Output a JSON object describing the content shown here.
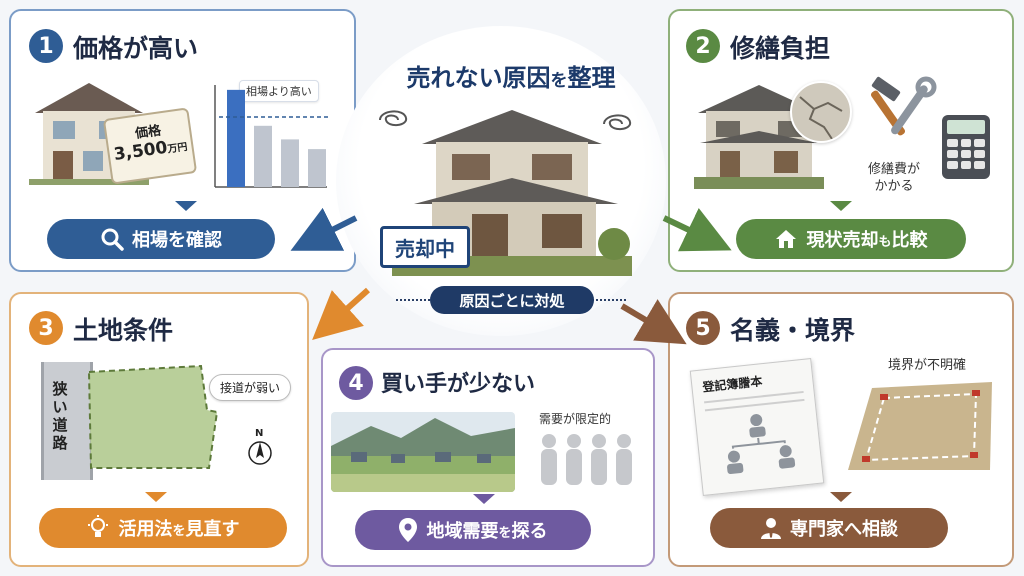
{
  "center": {
    "title_a": "売れない原因",
    "title_b": "を",
    "title_c": "整理",
    "sign": "売却中",
    "banner": "原因ごとに対処"
  },
  "cards": [
    {
      "num": "1",
      "title": "価格が高い",
      "tag_label": "価格",
      "tag_price": "3,500",
      "tag_unit": "万円",
      "chart_label": "相場より高い",
      "action": "相場を確認",
      "color": "#2f5d95"
    },
    {
      "num": "2",
      "title": "修繕負担",
      "caption_1": "修繕費が",
      "caption_2": "かかる",
      "action_a": "現状売却",
      "action_b": "も",
      "action_c": "比較",
      "color": "#5a8a43"
    },
    {
      "num": "3",
      "title": "土地条件",
      "road": "狭い道路",
      "bubble": "接道が弱い",
      "compass": "N",
      "action_a": "活用法",
      "action_b": "を",
      "action_c": "見直す",
      "color": "#e08a2e"
    },
    {
      "num": "4",
      "title": "買い手が少ない",
      "caption": "需要が限定的",
      "action_a": "地域需要",
      "action_b": "を",
      "action_c": "探る",
      "color": "#6e5aa0"
    },
    {
      "num": "5",
      "title": "名義・境界",
      "doc_title": "登記簿謄本",
      "caption": "境界が不明確",
      "action": "専門家へ相談",
      "color": "#8a5a3c"
    }
  ],
  "chart_data": {
    "type": "bar",
    "title": "相場より高い",
    "categories": [
      "",
      "",
      "",
      ""
    ],
    "values": [
      100,
      63,
      49,
      39
    ],
    "highlight_index": 0,
    "reference_line": 72,
    "ylim": [
      0,
      105
    ],
    "colors": {
      "highlight": "#3b6fc0",
      "other": "#bfc5cf",
      "line": "#2f5d95"
    }
  }
}
